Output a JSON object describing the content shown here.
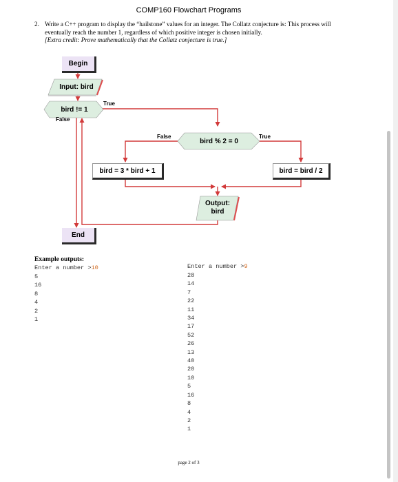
{
  "header": {
    "title": "COMP160 Flowchart Programs"
  },
  "question": {
    "number": "2.",
    "text": "Write a C++ program to display the “hailstone” values for an integer.  The Collatz conjecture is: This process will eventually reach the number 1, regardless of which positive integer is chosen initially.",
    "extra_credit": "[Extra credit: Prove mathematically that the Collatz conjecture is true.]"
  },
  "flowchart": {
    "begin": "Begin",
    "input": "Input: bird",
    "loop_condition": "bird != 1",
    "loop_true": "True",
    "loop_false": "False",
    "parity_condition": "bird % 2 = 0",
    "parity_false": "False",
    "parity_true": "True",
    "odd_step": "bird = 3 * bird + 1",
    "even_step": "bird = bird / 2",
    "output_line1": "Output:",
    "output_line2": "bird",
    "end": "End"
  },
  "examples": {
    "title": "Example outputs:",
    "run1_prompt": "Enter a number >",
    "run1_input": "10",
    "run1_values": [
      "5",
      "16",
      "8",
      "4",
      "2",
      "1"
    ],
    "run2_prompt": "Enter a number >",
    "run2_input": "9",
    "run2_values": [
      "28",
      "14",
      "7",
      "22",
      "11",
      "34",
      "17",
      "52",
      "26",
      "13",
      "40",
      "20",
      "10",
      "5",
      "16",
      "8",
      "4",
      "2",
      "1"
    ]
  },
  "footer": {
    "page": "page 2 of 3"
  },
  "colors": {
    "arrow": "#d23a3a",
    "terminal_fill": "#ece3f5",
    "decision_fill": "#ddeee0",
    "io_fill": "#ddeee0",
    "input_accent": "#e05050"
  }
}
